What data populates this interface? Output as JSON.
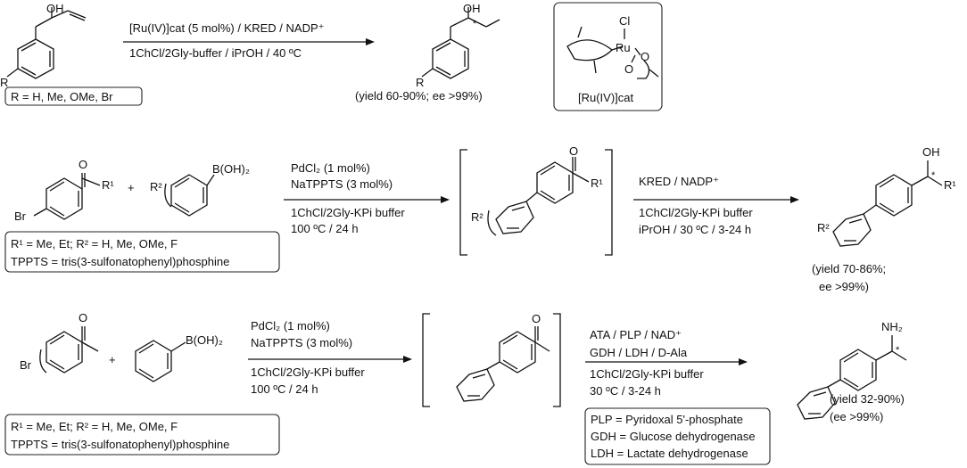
{
  "row1": {
    "reactant": {
      "oh": "OH",
      "r": "R"
    },
    "condition_top": "[Ru(IV)]cat (5 mol%) / KRED / NADP⁺",
    "condition_bottom": "1ChCl/2Gly-buffer / iPrOH / 40 ºC",
    "r_box": "R = H, Me, OMe, Br",
    "product": {
      "oh": "OH",
      "star": "*",
      "r": "R"
    },
    "yield": "(yield 60-90%; ee >99%)",
    "catalyst": {
      "cl": "Cl",
      "ru": "Ru",
      "o1": "O",
      "o2": "O",
      "label": "[Ru(IV)]cat"
    }
  },
  "row2": {
    "reactant1": {
      "o": "O",
      "r1": "R¹",
      "br": "Br"
    },
    "plus": "+",
    "reactant2": {
      "boh2": "B(OH)₂",
      "r2": "R²"
    },
    "cond1": [
      "PdCl₂ (1 mol%)",
      "NaTPPTS (3 mol%)",
      "1ChCl/2Gly-KPi buffer",
      "100 ºC / 24 h"
    ],
    "intermediate": {
      "o": "O",
      "r1": "R¹",
      "r2": "R²"
    },
    "cond2": [
      "KRED / NADP⁺",
      "1ChCl/2Gly-KPi buffer",
      "iPrOH / 30 ºC / 3-24 h"
    ],
    "product": {
      "oh": "OH",
      "star": "*",
      "r1": "R¹",
      "r2": "R²"
    },
    "box": [
      "R¹ = Me, Et; R² = H, Me, OMe, F",
      "TPPTS = tris(3-sulfonatophenyl)phosphine"
    ],
    "yield": [
      "(yield 70-86%;",
      "ee >99%)"
    ]
  },
  "row3": {
    "reactant1": {
      "o": "O",
      "br": "Br"
    },
    "plus": "+",
    "reactant2": {
      "boh2": "B(OH)₂"
    },
    "cond1": [
      "PdCl₂ (1 mol%)",
      "NaTPPTS (3 mol%)",
      "1ChCl/2Gly-KPi buffer",
      "100 ºC / 24 h"
    ],
    "intermediate": {
      "o": "O"
    },
    "cond2": [
      "ATA / PLP / NAD⁺",
      "GDH / LDH / D-Ala",
      "1ChCl/2Gly-KPi buffer",
      "30 ºC / 3-24 h"
    ],
    "product": {
      "nh2": "NH₂",
      "star": "*"
    },
    "yield": [
      "(yield 32-90%)",
      "(ee >99%)"
    ],
    "box": [
      "R¹ = Me, Et; R² = H, Me, OMe, F",
      "TPPTS = tris(3-sulfonatophenyl)phosphine"
    ],
    "enzyme_box": [
      "PLP = Pyridoxal 5'-phosphate",
      "GDH = Glucose dehydrogenase",
      "LDH = Lactate dehydrogenase"
    ]
  }
}
